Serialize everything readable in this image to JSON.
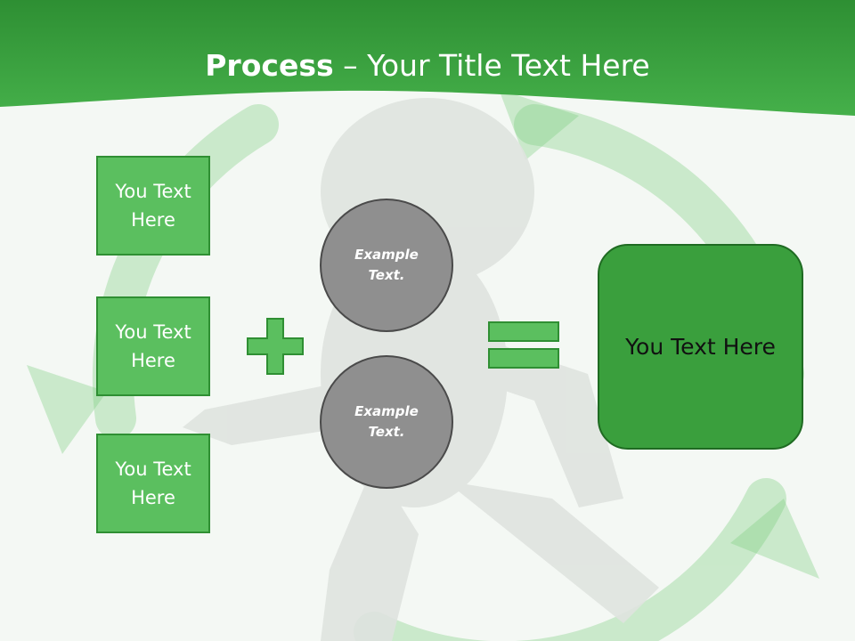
{
  "slide": {
    "title_bold": "Process",
    "title_rest": " – Your Title Text Here",
    "left_boxes": [
      "You Text Here",
      "You Text Here",
      "You Text Here"
    ],
    "circles": [
      "Example Text.",
      "Example Text."
    ],
    "result": "You Text Here"
  },
  "colors": {
    "header_green": "#3aa53f",
    "box_green": "#5bbf5f",
    "result_green": "#3a9f3d",
    "circle_gray": "#8f8f8f"
  },
  "icons": [
    "plus-icon",
    "equals-icon",
    "recycle-arrows-decoration",
    "figure-decoration"
  ]
}
